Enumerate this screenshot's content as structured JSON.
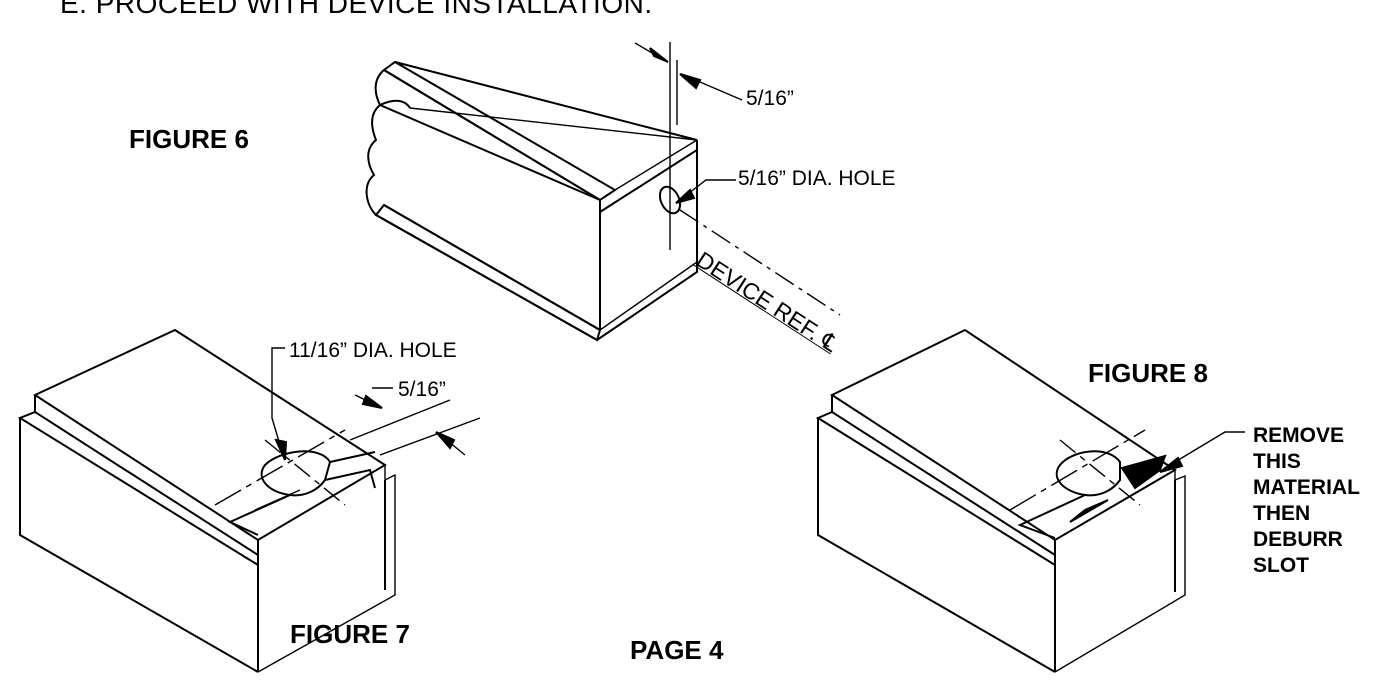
{
  "header": {
    "text": "E. PROCEED WITH DEVICE INSTALLATION."
  },
  "figure6": {
    "title": "FIGURE 6",
    "dimension": "5/16”",
    "hole_label": "5/16” DIA. HOLE",
    "reference_label": "DEVICE REF. ℄"
  },
  "figure7": {
    "title": "FIGURE 7",
    "hole_label": "11/16” DIA. HOLE",
    "dimension": "5/16”"
  },
  "figure8": {
    "title": "FIGURE 8",
    "note_lines": [
      "REMOVE",
      "THIS",
      "MATERIAL",
      "THEN",
      "DEBURR",
      "SLOT"
    ]
  },
  "footer": {
    "page": "PAGE 4"
  }
}
